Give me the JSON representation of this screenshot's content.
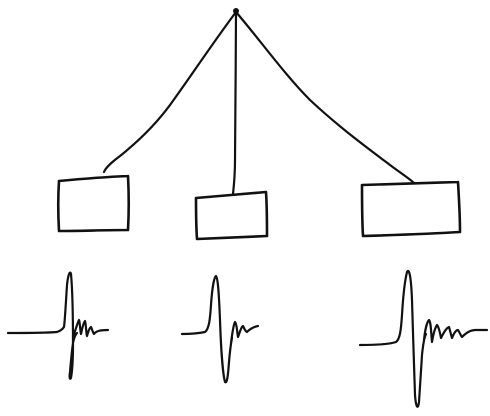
{
  "diagram": {
    "colors": {
      "ink": "#111111",
      "background": "#ffffff"
    },
    "apex": {
      "icon": "node-dot-icon"
    },
    "branches": [
      {
        "id": "left",
        "box_icon": "sensor-box-icon",
        "waveform_icon": "spike-waveform-icon"
      },
      {
        "id": "center",
        "box_icon": "sensor-box-icon",
        "waveform_icon": "spike-waveform-icon"
      },
      {
        "id": "right",
        "box_icon": "sensor-box-icon",
        "waveform_icon": "spike-waveform-icon"
      }
    ]
  }
}
